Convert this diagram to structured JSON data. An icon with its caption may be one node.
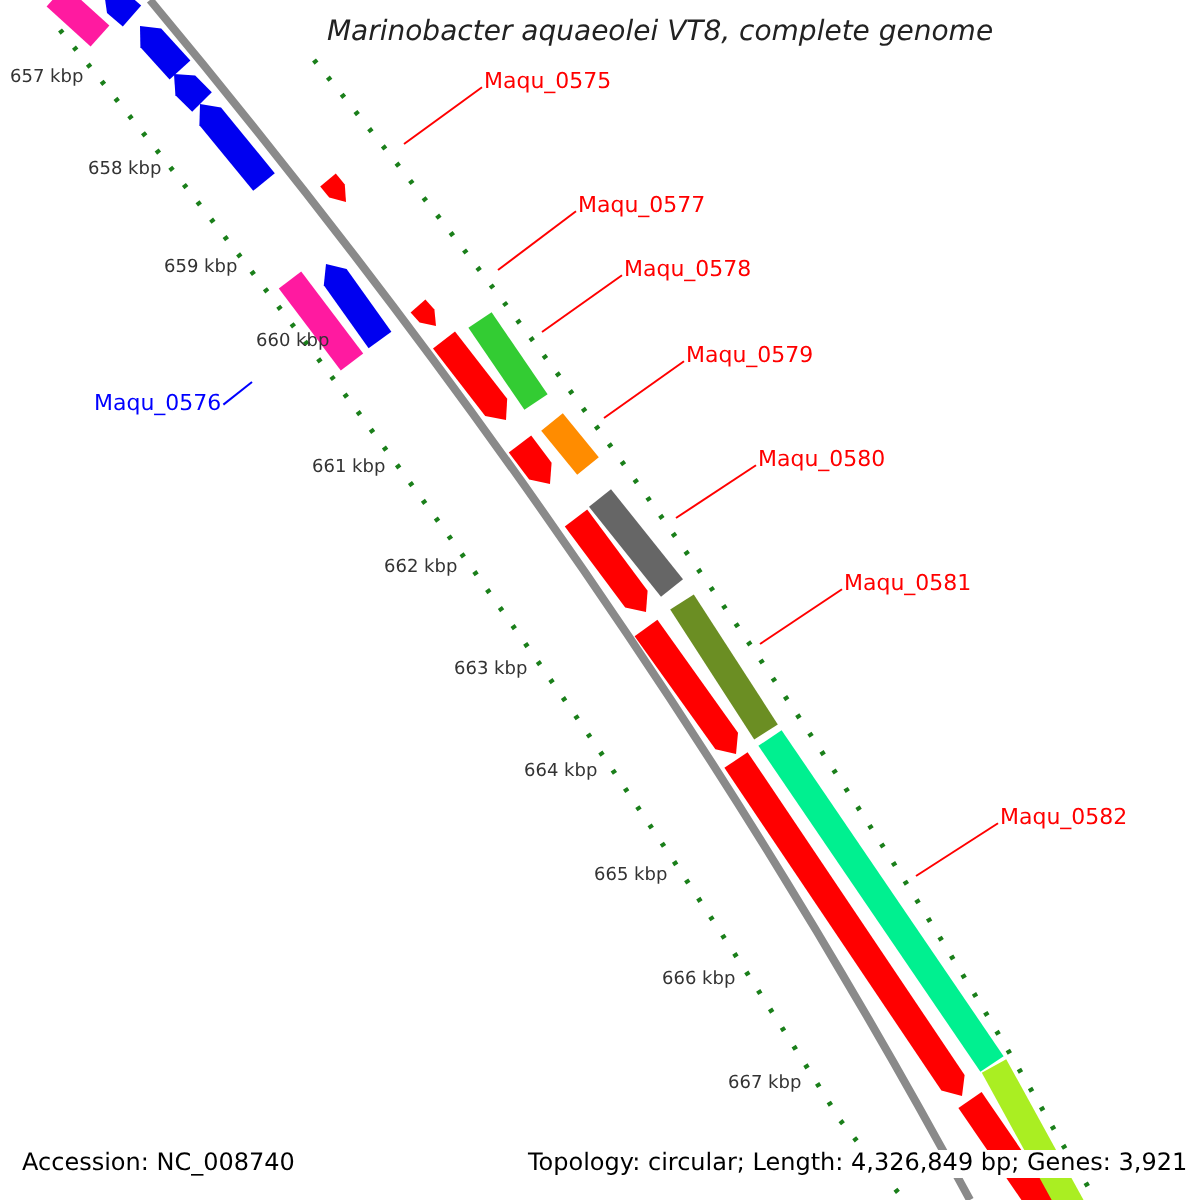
{
  "diagram": {
    "title": "Marinobacter aquaeolei VT8, complete genome",
    "nodes": [
      {
        "text": [
          "Maqu_0575"
        ]
      },
      {
        "text": [
          "Maqu_0577"
        ]
      },
      {
        "text": [
          "Maqu_0578"
        ]
      },
      {
        "text": [
          "Maqu_0579"
        ]
      },
      {
        "text": [
          "Maqu_0580"
        ]
      },
      {
        "text": [
          "Maqu_0581"
        ]
      },
      {
        "text": [
          "Maqu_0582"
        ]
      },
      {
        "text": [
          "Maqu_0576"
        ]
      }
    ],
    "edges": [
      {
        "from": 0,
        "to": null,
        "arrow": "none"
      },
      {
        "from": 1,
        "to": null,
        "arrow": "none"
      },
      {
        "from": 2,
        "to": null,
        "arrow": "none"
      },
      {
        "from": 3,
        "to": null,
        "arrow": "none"
      },
      {
        "from": 4,
        "to": null,
        "arrow": "none"
      },
      {
        "from": 5,
        "to": null,
        "arrow": "none"
      },
      {
        "from": 6,
        "to": null,
        "arrow": "none"
      },
      {
        "from": 7,
        "to": null,
        "arrow": "none",
        "color": "#0000ff"
      }
    ],
    "labels": [
      "657 kbp",
      "658 kbp",
      "659 kbp",
      "660 kbp",
      "661 kbp",
      "662 kbp",
      "663 kbp",
      "664 kbp",
      "665 kbp",
      "666 kbp",
      "667 kbp",
      "Accession: NC_008740",
      "Topology: circular; Length: 4,326,849 bp; Genes: 3,921"
    ]
  }
}
